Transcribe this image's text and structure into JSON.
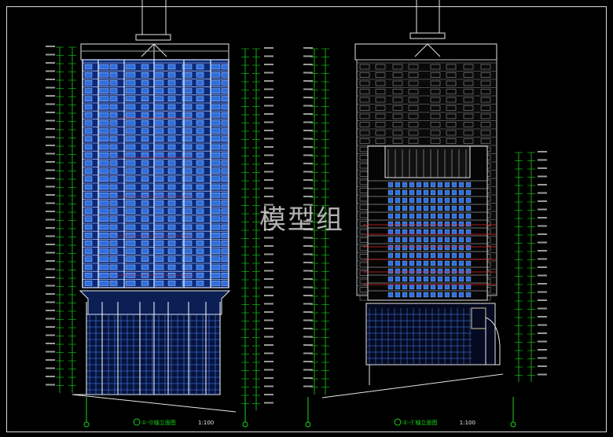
{
  "watermark": "模型组",
  "drawings": [
    {
      "caption": "①-⑬轴立面图",
      "scale": "1:100"
    },
    {
      "caption": "Ⓐ-Ⓕ轴立面图",
      "scale": "1:100"
    }
  ],
  "colors": {
    "background": "#000000",
    "dimension_lines": "#19d419",
    "facade_blue": "#2d6fe0",
    "facade_light": "#d8e4ff",
    "outline": "#e6e6e6",
    "red_marks": "#e02424"
  },
  "icons": [
    "section-circle-icon"
  ]
}
